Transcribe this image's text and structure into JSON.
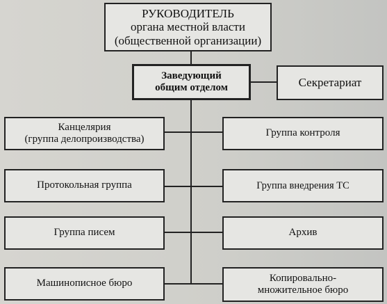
{
  "diagram": {
    "head": "РУКОВОДИТЕЛЬ\nоргана местной власти\n(общественной организации)",
    "manager": "Заведующий\nобщим отделом",
    "secretariat": "Секретариат",
    "left": [
      "Канцелярия\n(группа делопроизводства)",
      "Протокольная группа",
      "Группа писем",
      "Машинописное бюро"
    ],
    "right": [
      "Группа контроля",
      "Группа внедрения ТС",
      "Архив",
      "Копировально-\nмножительное бюро"
    ]
  }
}
